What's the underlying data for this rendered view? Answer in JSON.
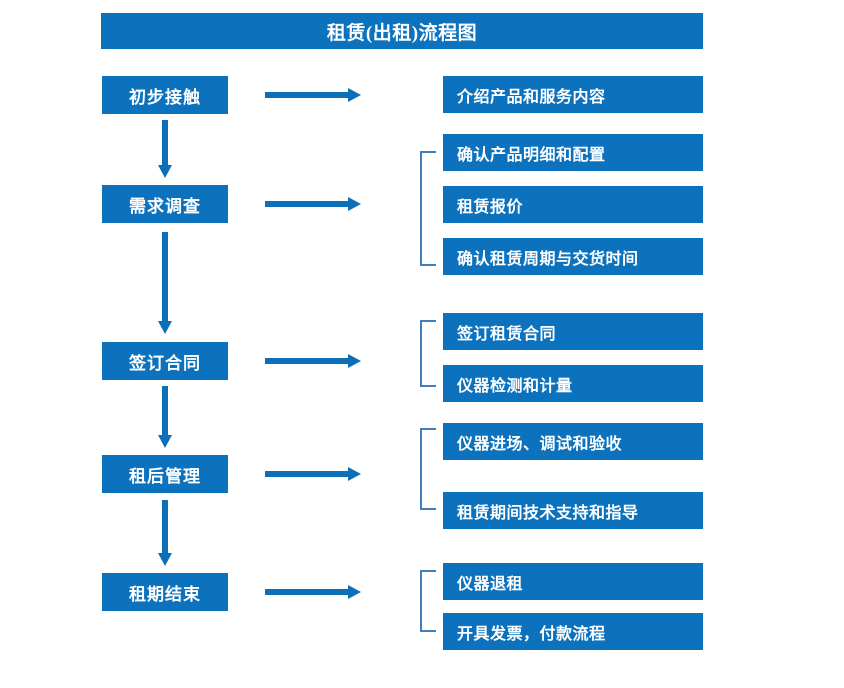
{
  "title": "租赁(出租)流程图",
  "colors": {
    "box_blue": "#0c72bd",
    "arrow_blue": "#0d6fb8",
    "bracket_blue": "#3f7fbf",
    "text_white": "#ffffff",
    "background": "#ffffff"
  },
  "stages": [
    {
      "label": "初步接触"
    },
    {
      "label": "需求调查"
    },
    {
      "label": "签订合同"
    },
    {
      "label": "租后管理"
    },
    {
      "label": "租期结束"
    }
  ],
  "details": [
    {
      "label": "介绍产品和服务内容"
    },
    {
      "label": "确认产品明细和配置"
    },
    {
      "label": "租赁报价"
    },
    {
      "label": "确认租赁周期与交货时间"
    },
    {
      "label": "签订租赁合同"
    },
    {
      "label": "仪器检测和计量"
    },
    {
      "label": "仪器进场、调试和验收"
    },
    {
      "label": "租赁期间技术支持和指导"
    },
    {
      "label": "仪器退租"
    },
    {
      "label": "开具发票，付款流程"
    }
  ],
  "groups": [
    {
      "stage": "需求调查",
      "members": [
        "确认产品明细和配置",
        "租赁报价",
        "确认租赁周期与交货时间"
      ]
    },
    {
      "stage": "签订合同",
      "members": [
        "签订租赁合同",
        "仪器检测和计量"
      ]
    },
    {
      "stage": "租后管理",
      "members": [
        "仪器进场、调试和验收",
        "租赁期间技术支持和指导"
      ]
    },
    {
      "stage": "租期结束",
      "members": [
        "仪器退租",
        "开具发票，付款流程"
      ]
    }
  ],
  "flow_arrows": {
    "horizontal_count": 5,
    "vertical_count": 4
  }
}
